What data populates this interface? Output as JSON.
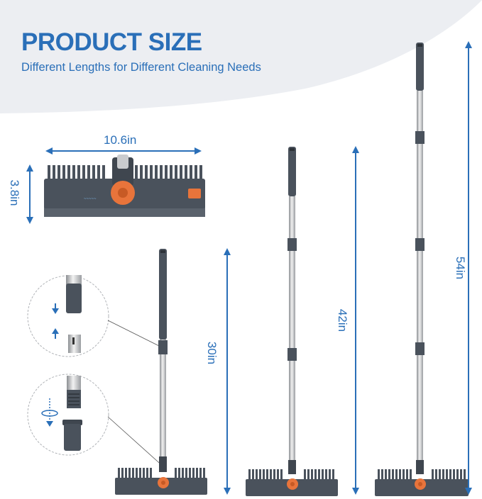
{
  "header": {
    "title": "PRODUCT SIZE",
    "subtitle": "Different Lengths for Different Cleaning Needs"
  },
  "dimensions": {
    "head_width": "10.6in",
    "head_height": "3.8in",
    "short_length": "30in",
    "medium_length": "42in",
    "long_length": "54in"
  },
  "colors": {
    "accent": "#2a6fb8",
    "head_gray": "#4a525c",
    "knob_orange": "#e8743b",
    "header_bg": "#eceef2"
  },
  "icons": [
    "arrow-down-icon",
    "arrow-up-icon",
    "rotate-icon"
  ]
}
